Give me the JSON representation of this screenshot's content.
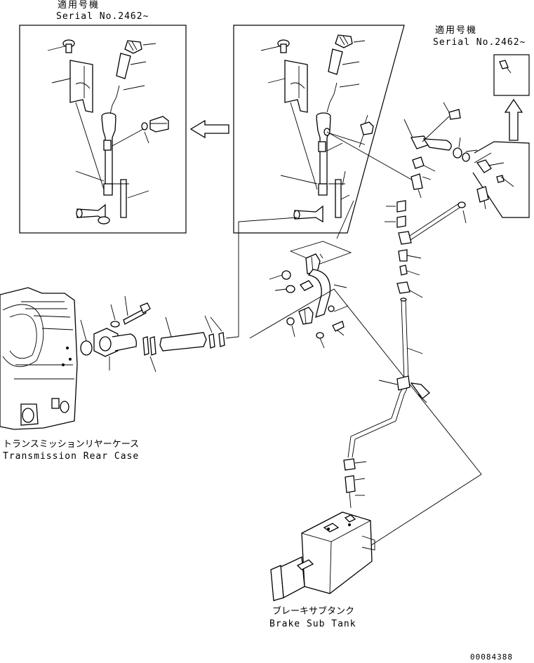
{
  "serial_box_left": {
    "jp": "適用号機",
    "serial": "Serial No.2462~"
  },
  "serial_box_right": {
    "jp": "適用号機",
    "serial": "Serial No.2462~"
  },
  "transmission": {
    "jp": "トランスミッションリヤーケース",
    "en": "Transmission Rear Case"
  },
  "brake_tank": {
    "jp": "ブレーキサブタンク",
    "en": "Brake Sub Tank"
  },
  "drawing_number": "00084388"
}
